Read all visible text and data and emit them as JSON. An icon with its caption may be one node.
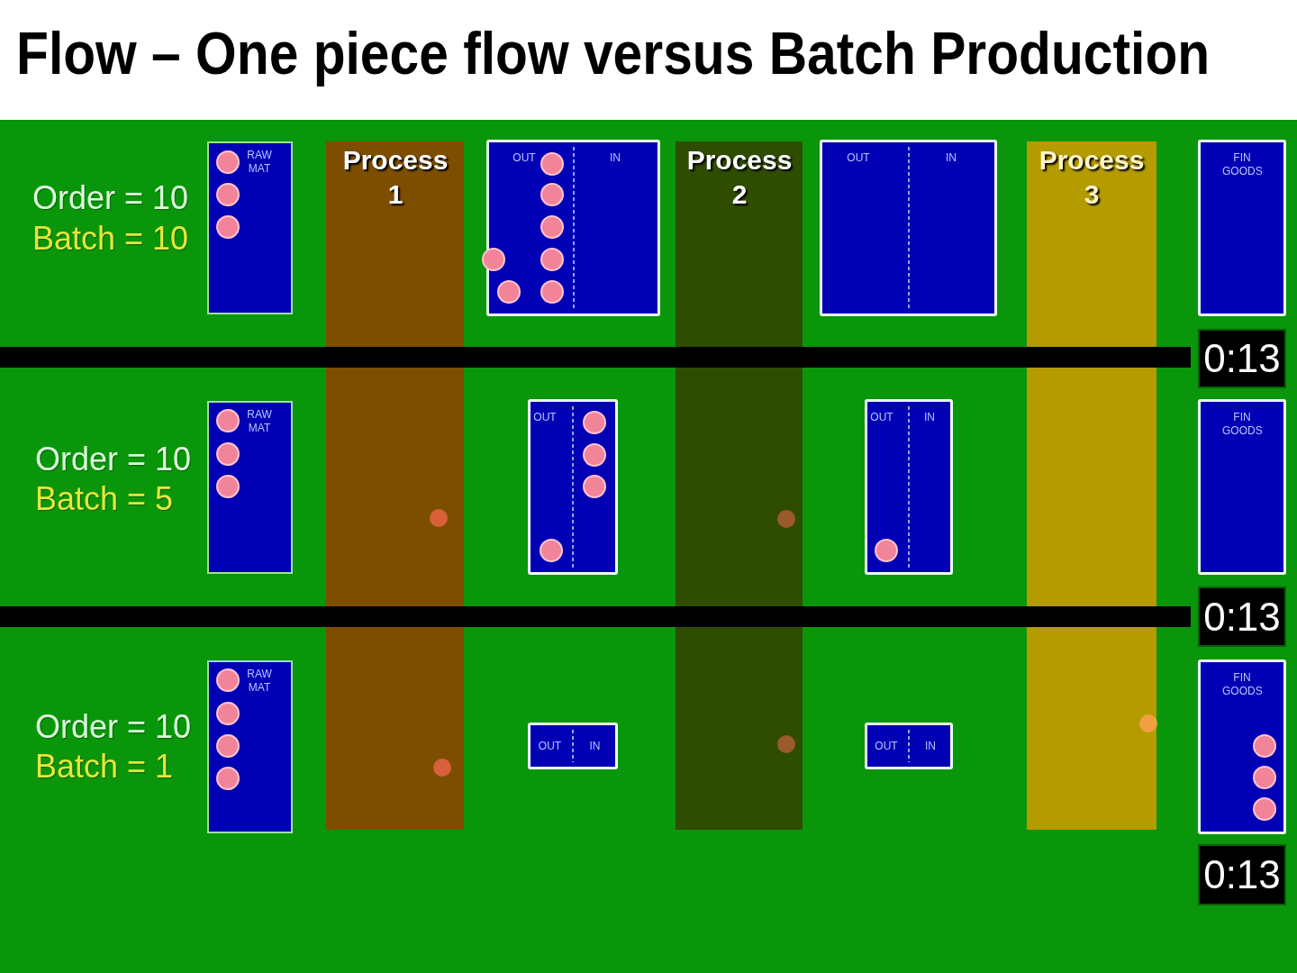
{
  "diagram": {
    "title": "Flow – One piece flow versus Batch Production",
    "nodes": [
      {
        "text": [
          "RAW MAT"
        ]
      },
      {
        "text": [
          "Process 1"
        ]
      },
      {
        "text": [
          "OUT",
          "IN"
        ]
      },
      {
        "text": [
          "Process 2"
        ]
      },
      {
        "text": [
          "OUT",
          "IN"
        ]
      },
      {
        "text": [
          "Process 3"
        ]
      },
      {
        "text": [
          "FIN GOODS"
        ]
      },
      {
        "text": [
          "0:13"
        ]
      },
      {
        "text": [],
        "shape": "bar"
      },
      {
        "text": [
          "RAW MAT"
        ]
      },
      {
        "text": [
          "OUT"
        ]
      },
      {
        "text": [
          "OUT",
          "IN"
        ]
      },
      {
        "text": [
          "FIN GOODS"
        ]
      },
      {
        "text": [
          "0:13"
        ]
      },
      {
        "text": [],
        "shape": "bar"
      },
      {
        "text": [
          "RAW MAT"
        ]
      },
      {
        "text": [
          "OUT",
          "IN"
        ]
      },
      {
        "text": [
          "OUT",
          "IN"
        ]
      },
      {
        "text": [
          "FIN GOODS"
        ]
      },
      {
        "text": [
          "0:13"
        ]
      }
    ],
    "labels": [
      "Order = 10",
      "Batch = 10",
      "Order = 10",
      "Batch = 5",
      "Order = 10",
      "Batch = 1"
    ]
  }
}
